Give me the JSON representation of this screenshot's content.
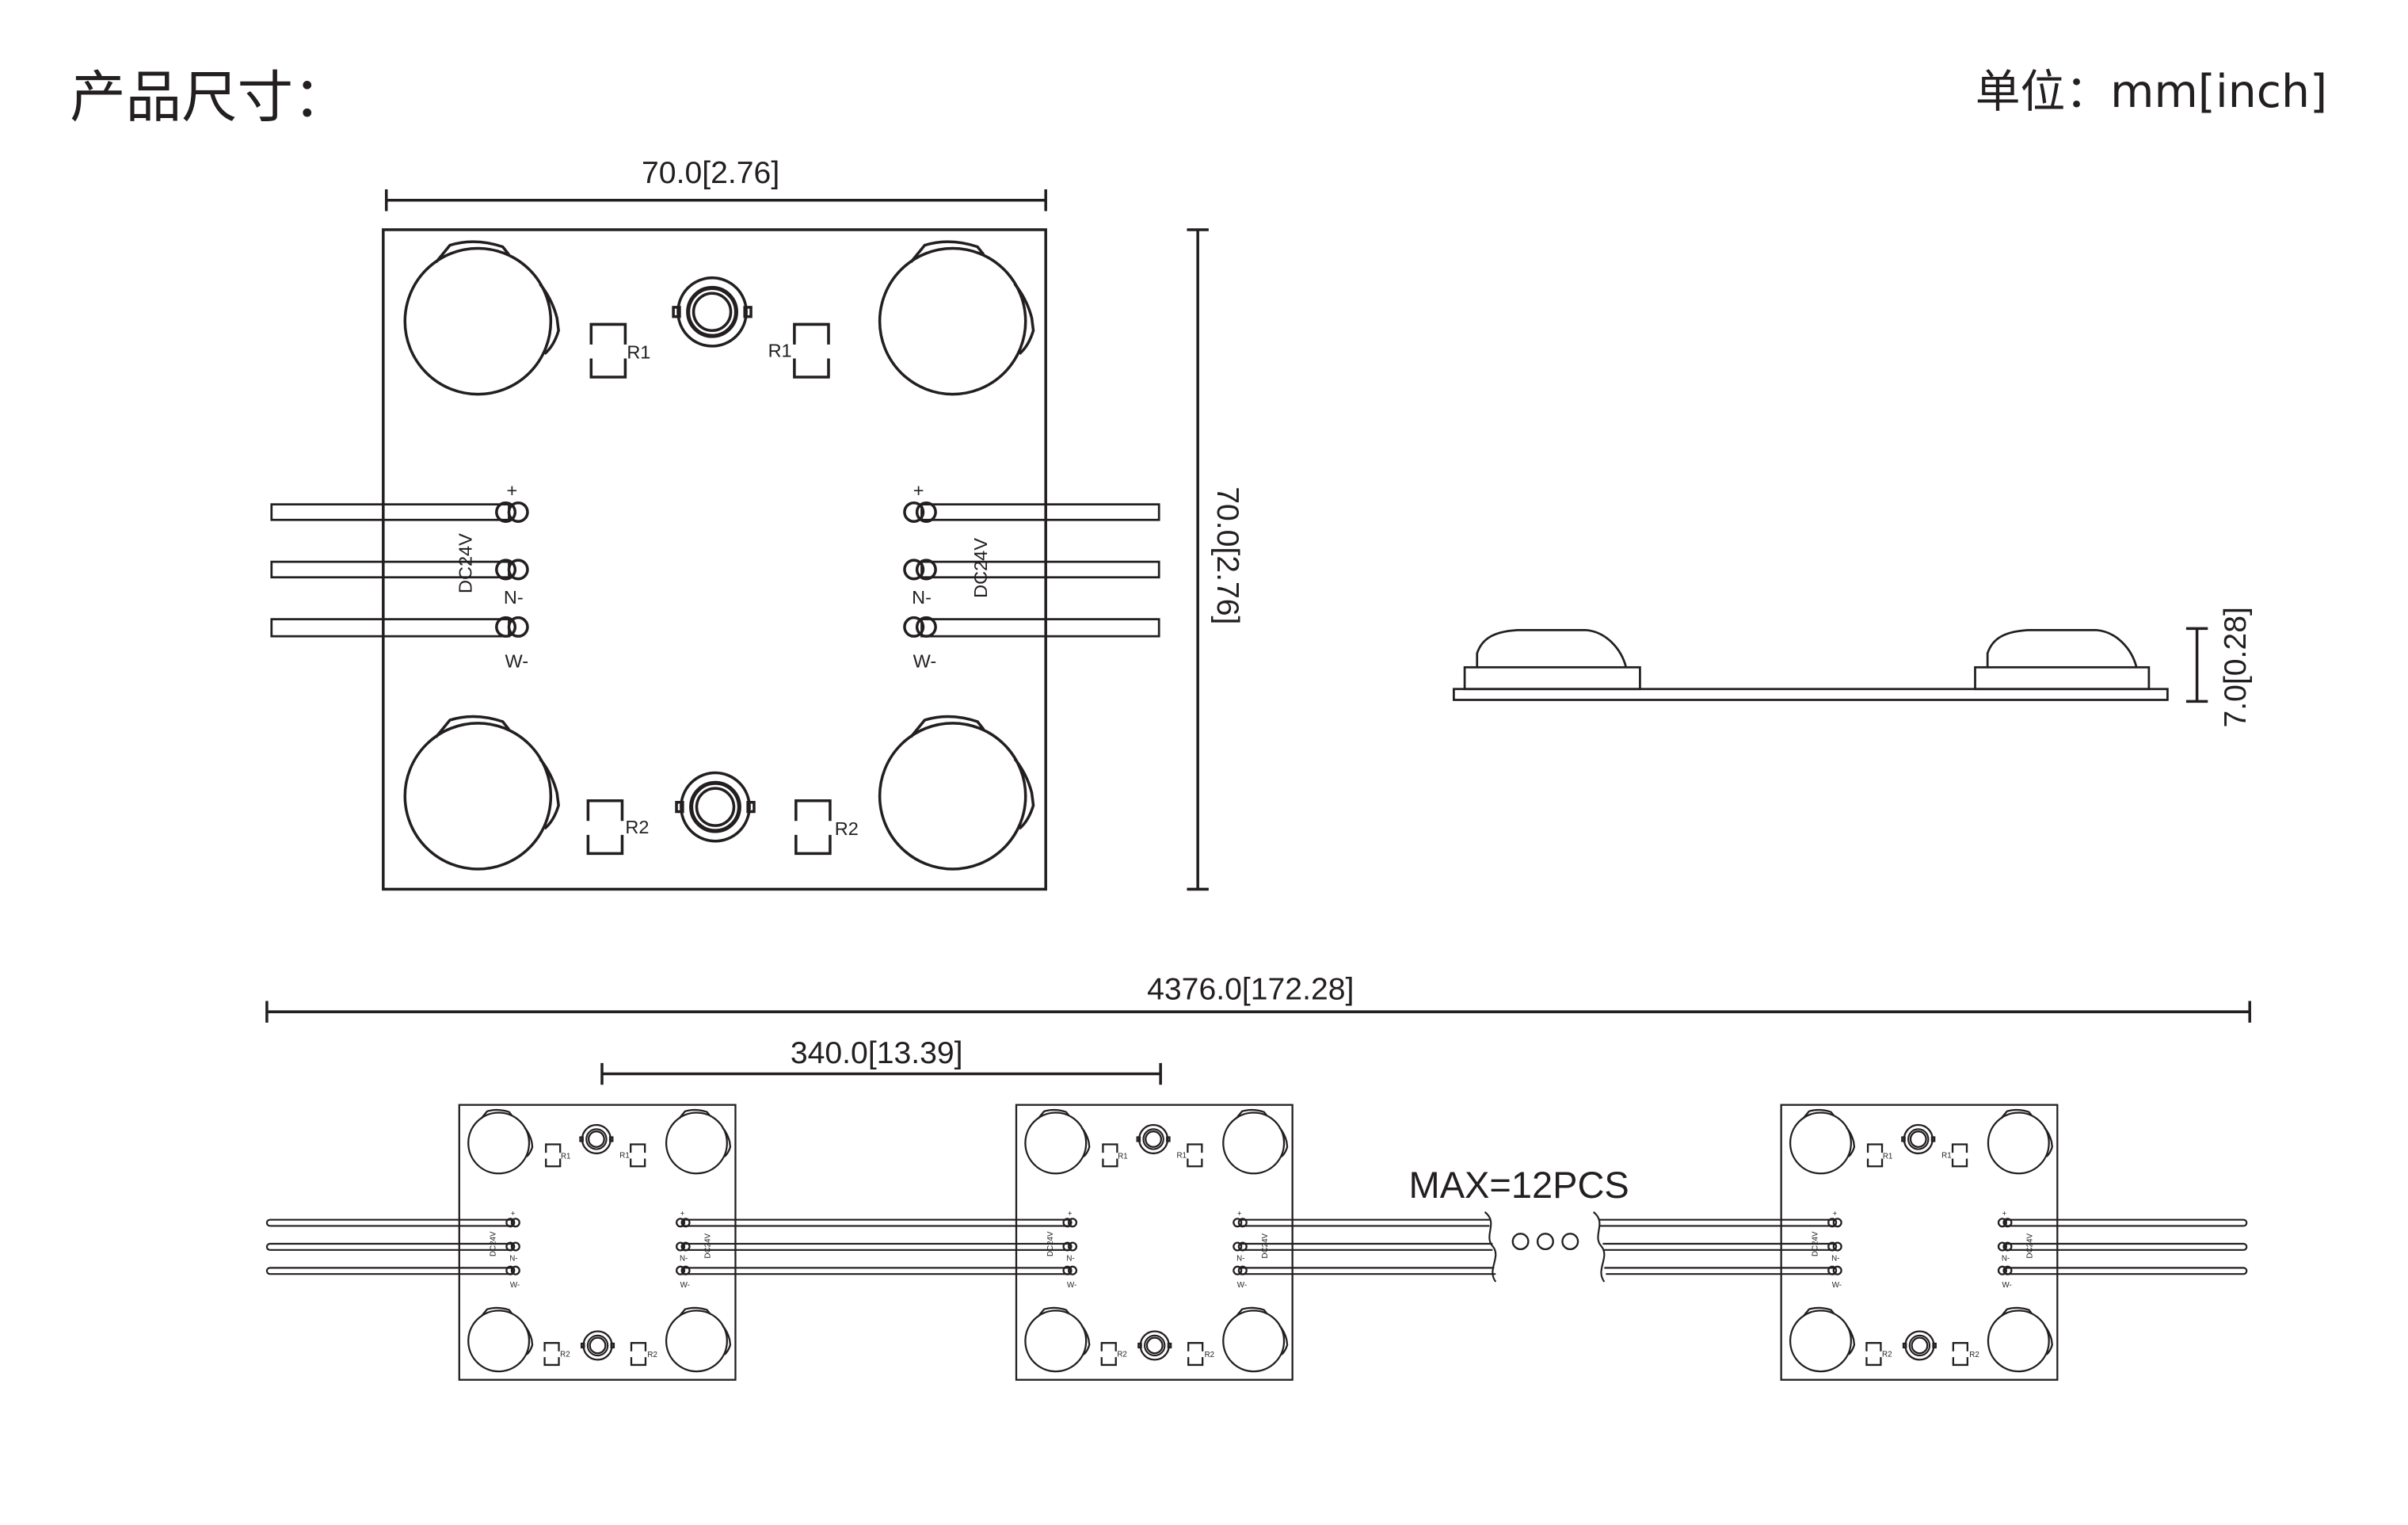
{
  "header": {
    "title": "产品尺寸：",
    "unit_note": "单位：mm[inch]"
  },
  "top_view": {
    "width_dimension": "70.0[2.76]",
    "height_dimension": "70.0[2.76]",
    "board_labels": {
      "resistor_1": "R1",
      "resistor_2": "R2",
      "terminal_positive": "+",
      "terminal_n": "N-",
      "terminal_w": "W-",
      "voltage": "DC24V"
    }
  },
  "side_view": {
    "thickness_dimension": "7.0[0.28]"
  },
  "chain_view": {
    "total_length_dimension": "4376.0[172.28]",
    "module_pitch_dimension": "340.0[13.39]",
    "max_modules_note": "MAX=12PCS"
  },
  "colors": {
    "ink": "#231f20",
    "paper": "#ffffff",
    "wire_fill": "#ffffff"
  }
}
